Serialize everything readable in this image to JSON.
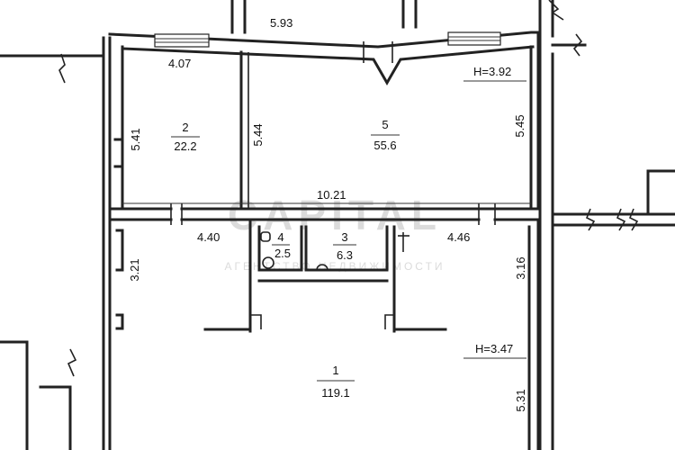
{
  "rooms": [
    {
      "number": "1",
      "area": "119.1"
    },
    {
      "number": "2",
      "area": "22.2"
    },
    {
      "number": "3",
      "area": "6.3"
    },
    {
      "number": "4",
      "area": "2.5"
    },
    {
      "number": "5",
      "area": "55.6"
    }
  ],
  "dimensions": {
    "d_593": "5.93",
    "d_407": "4.07",
    "d_541": "5.41",
    "d_544": "5.44",
    "d_545": "5.45",
    "d_1021": "10.21",
    "d_440": "4.40",
    "d_446": "4.46",
    "d_321": "3.21",
    "d_316": "3.16",
    "d_531": "5.31"
  },
  "heights": {
    "upper": "H=3.92",
    "lower": "H=3.47"
  },
  "watermark": {
    "brand": "CAPITAL",
    "tagline": "АГЕНТСТВО НЕДВИЖИМОСТИ"
  },
  "colors": {
    "ink": "#222222",
    "paper": "#ffffff",
    "watermark": "#d8d8d8"
  }
}
